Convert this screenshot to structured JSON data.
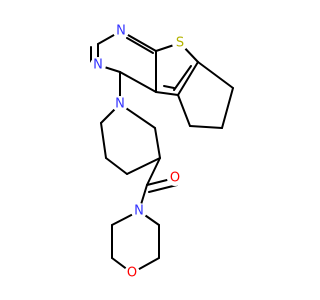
{
  "molecule": {
    "colors": {
      "bond": "#000000",
      "nitrogen": "#3333ff",
      "sulfur": "#b3b300",
      "oxygen": "#ff0000"
    },
    "atoms": {
      "n_pyrimidine_top": "N",
      "n_pyrimidine_left": "N",
      "s_thiophene": "S",
      "n_piperidine": "N",
      "o_carbonyl": "O",
      "n_morpholine": "N",
      "o_morpholine": "O"
    }
  }
}
